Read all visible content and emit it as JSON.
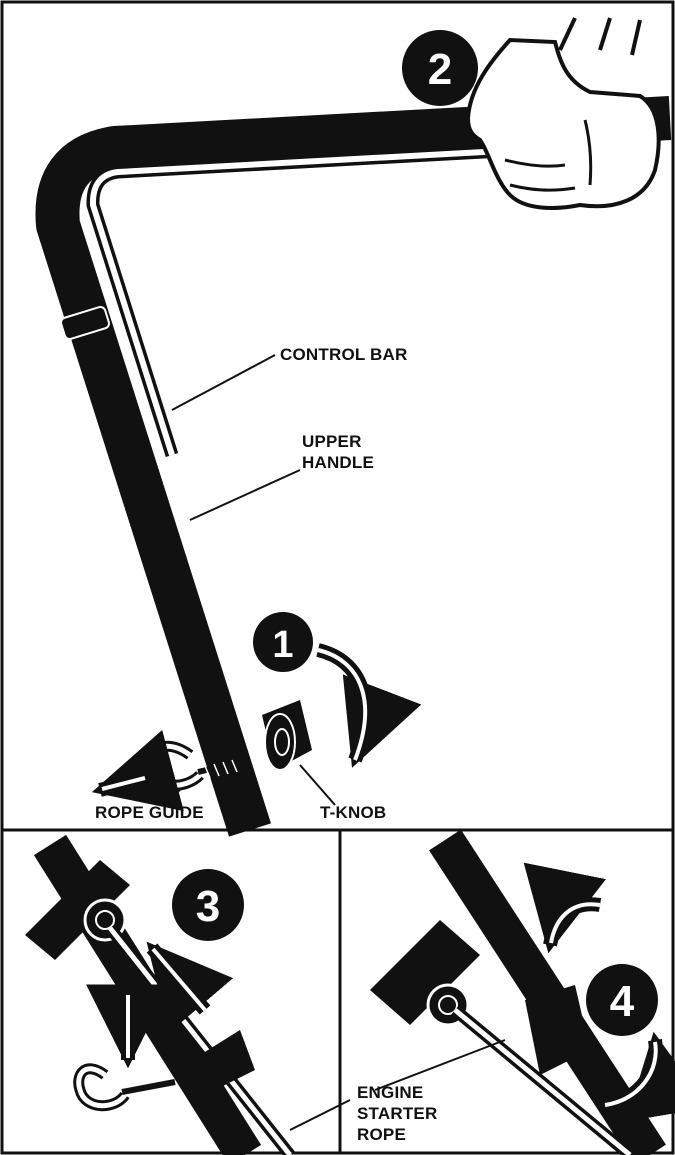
{
  "labels": {
    "control_bar": "CONTROL BAR",
    "upper_handle_1": "UPPER",
    "upper_handle_2": "HANDLE",
    "rope_guide": "ROPE GUIDE",
    "t_knob": "T-KNOB",
    "engine_1": "ENGINE",
    "engine_2": "STARTER",
    "engine_3": "ROPE"
  },
  "steps": {
    "one": "1",
    "two": "2",
    "three": "3",
    "four": "4"
  },
  "colors": {
    "ink": "#111111",
    "paper": "#ffffff"
  }
}
